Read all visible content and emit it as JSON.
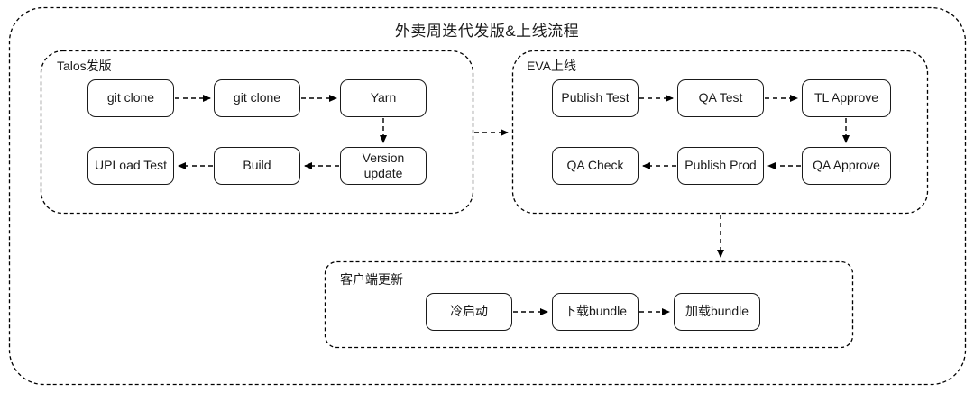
{
  "title": "外卖周迭代发版&上线流程",
  "groups": {
    "talos": {
      "label": "Talos发版"
    },
    "eva": {
      "label": "EVA上线"
    },
    "client": {
      "label": "客户端更新"
    }
  },
  "nodes": {
    "git_clone_1": {
      "label": "git clone"
    },
    "git_clone_2": {
      "label": "git clone"
    },
    "yarn": {
      "label": "Yarn"
    },
    "version_update": {
      "label": "Version\nupdate"
    },
    "build": {
      "label": "Build"
    },
    "upload_test": {
      "label": "UPLoad Test"
    },
    "publish_test": {
      "label": "Publish Test"
    },
    "qa_test": {
      "label": "QA Test"
    },
    "tl_approve": {
      "label": "TL Approve"
    },
    "qa_approve": {
      "label": "QA Approve"
    },
    "publish_prod": {
      "label": "Publish Prod"
    },
    "qa_check": {
      "label": "QA Check"
    },
    "cold_start": {
      "label": "冷启动"
    },
    "download_bundle": {
      "label": "下载bundle"
    },
    "load_bundle": {
      "label": "加载bundle"
    }
  },
  "edges": [
    {
      "from": "git_clone_1",
      "to": "git_clone_2"
    },
    {
      "from": "git_clone_2",
      "to": "yarn"
    },
    {
      "from": "yarn",
      "to": "version_update"
    },
    {
      "from": "version_update",
      "to": "build"
    },
    {
      "from": "build",
      "to": "upload_test"
    },
    {
      "from": "talos_group",
      "to": "eva_group"
    },
    {
      "from": "publish_test",
      "to": "qa_test"
    },
    {
      "from": "qa_test",
      "to": "tl_approve"
    },
    {
      "from": "tl_approve",
      "to": "qa_approve"
    },
    {
      "from": "qa_approve",
      "to": "publish_prod"
    },
    {
      "from": "publish_prod",
      "to": "qa_check"
    },
    {
      "from": "eva_group",
      "to": "client_group"
    },
    {
      "from": "cold_start",
      "to": "download_bundle"
    },
    {
      "from": "download_bundle",
      "to": "load_bundle"
    }
  ],
  "colors": {
    "line": "#000000",
    "text": "#1a1a1a",
    "background": "#ffffff"
  }
}
